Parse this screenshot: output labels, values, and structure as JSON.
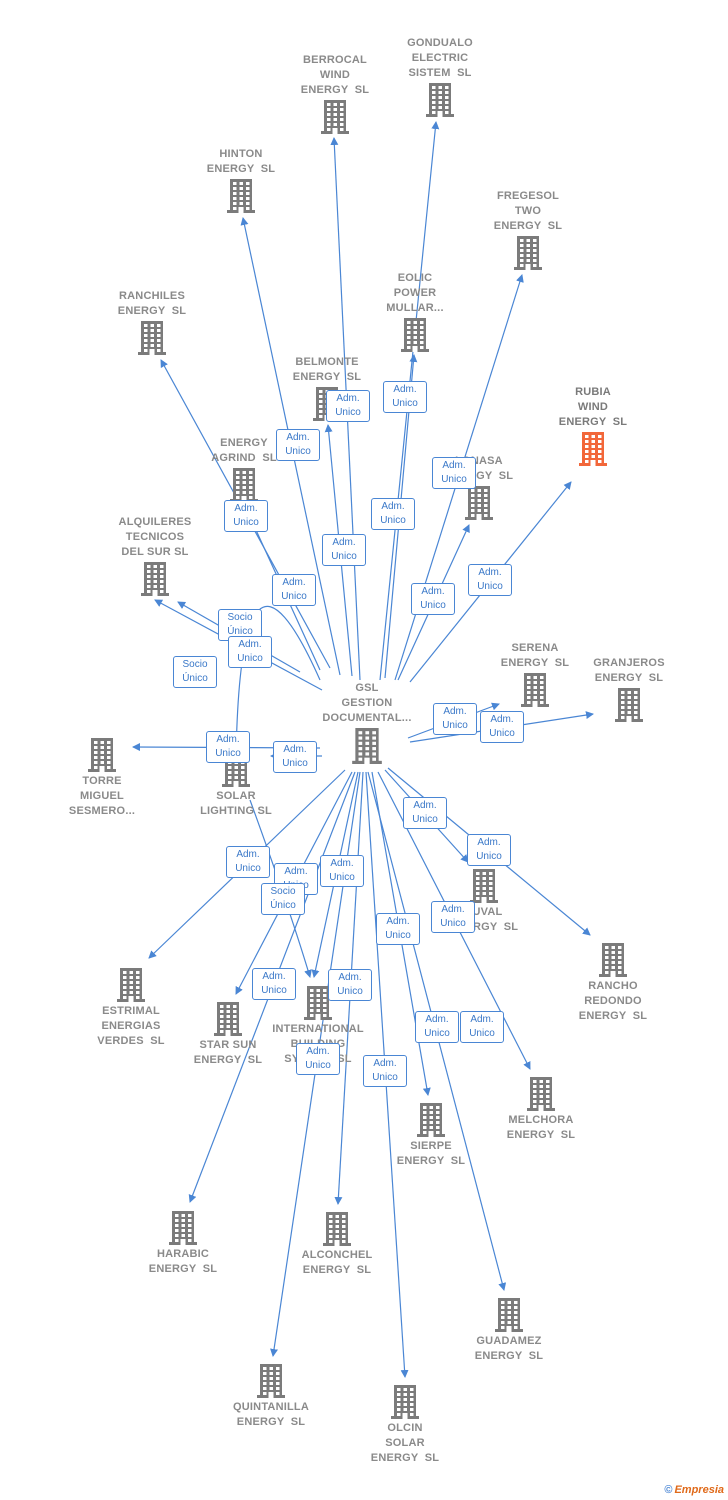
{
  "center": {
    "label": "GSL\nGESTION\nDOCUMENTAL...",
    "icon": "building-icon"
  },
  "colors": {
    "edge": "#4a86d4",
    "building": "#7b7b7b",
    "highlight": "#f2673a",
    "label": "#8a8a8a"
  },
  "nodes": [
    {
      "id": "berrocal",
      "label": "BERROCAL\nWIND\nENERGY  SL"
    },
    {
      "id": "gondualo",
      "label": "GONDUALO\nELECTRIC\nSISTEM  SL"
    },
    {
      "id": "hinton",
      "label": "HINTON\nENERGY  SL"
    },
    {
      "id": "fregesol",
      "label": "FREGESOL\nTWO\nENERGY  SL"
    },
    {
      "id": "eolic",
      "label": "EOLIC\nPOWER\nMULLAR..."
    },
    {
      "id": "ranchiles",
      "label": "RANCHILES\nENERGY  SL"
    },
    {
      "id": "rubia",
      "label": "RUBIA\nWIND\nENERGY  SL",
      "highlight": true
    },
    {
      "id": "belmonte",
      "label": "BELMONTE\nENERGY  SL"
    },
    {
      "id": "agrind",
      "label": "ENERGY\nAGRIND  SL"
    },
    {
      "id": "lonasa",
      "label": "LONASA\nENERGY  SL"
    },
    {
      "id": "alquileres",
      "label": "ALQUILERES\nTECNICOS\nDEL SUR SL"
    },
    {
      "id": "serena",
      "label": "SERENA\nENERGY  SL"
    },
    {
      "id": "granjeros",
      "label": "GRANJEROS\nENERGY  SL"
    },
    {
      "id": "torre",
      "label": "TORRE\nMIGUEL\nSESMERO..."
    },
    {
      "id": "solar",
      "label": "SOLAR\nLIGHTING SL"
    },
    {
      "id": "luval",
      "label": "LUVAL\nENERGY  SL"
    },
    {
      "id": "rancho",
      "label": "RANCHO\nREDONDO\nENERGY  SL"
    },
    {
      "id": "estrimal",
      "label": "ESTRIMAL\nENERGIAS\nVERDES  SL"
    },
    {
      "id": "starsun",
      "label": "STAR SUN\nENERGY  SL"
    },
    {
      "id": "international",
      "label": "INTERNATIONAL\nBUILDING\nSYSTEM  SL"
    },
    {
      "id": "melchora",
      "label": "MELCHORA\nENERGY  SL"
    },
    {
      "id": "sierpe",
      "label": "SIERPE\nENERGY  SL"
    },
    {
      "id": "harabic",
      "label": "HARABIC\nENERGY  SL"
    },
    {
      "id": "alconchel",
      "label": "ALCONCHEL\nENERGY  SL"
    },
    {
      "id": "guadamez",
      "label": "GUADAMEZ\nENERGY  SL"
    },
    {
      "id": "quintanilla",
      "label": "QUINTANILLA\nENERGY  SL"
    },
    {
      "id": "olcin",
      "label": "OLCIN\nSOLAR\nENERGY  SL"
    }
  ],
  "badges": [
    {
      "text": "Adm.\nUnico"
    },
    {
      "text": "Adm.\nUnico"
    },
    {
      "text": "Adm.\nUnico"
    },
    {
      "text": "Adm.\nUnico"
    },
    {
      "text": "Adm.\nUnico"
    },
    {
      "text": "Adm.\nUnico"
    },
    {
      "text": "Adm.\nUnico"
    },
    {
      "text": "Adm.\nUnico"
    },
    {
      "text": "Adm.\nUnico"
    },
    {
      "text": "Adm.\nUnico"
    },
    {
      "text": "Socio\nÚnico"
    },
    {
      "text": "Adm.\nUnico"
    },
    {
      "text": "Socio\nÚnico"
    },
    {
      "text": "Adm.\nUnico"
    },
    {
      "text": "Adm.\nUnico"
    },
    {
      "text": "Adm.\nUnico"
    },
    {
      "text": "Adm.\nUnico"
    },
    {
      "text": "Adm.\nUnico"
    },
    {
      "text": "Adm.\nUnico"
    },
    {
      "text": "Adm.\nUnico"
    },
    {
      "text": "Adm.\nUnico"
    },
    {
      "text": "Adm.\nUnico"
    },
    {
      "text": "Socio\nÚnico"
    },
    {
      "text": "Adm.\nUnico"
    },
    {
      "text": "Adm.\nUnico"
    },
    {
      "text": "Adm.\nUnico"
    },
    {
      "text": "Adm.\nUnico"
    },
    {
      "text": "Adm.\nUnico"
    },
    {
      "text": "Adm.\nUnico"
    },
    {
      "text": "Adm.\nUnico"
    },
    {
      "text": "Adm.\nUnico"
    }
  ],
  "footer": {
    "copyright": "©",
    "brand": "Empresia"
  }
}
